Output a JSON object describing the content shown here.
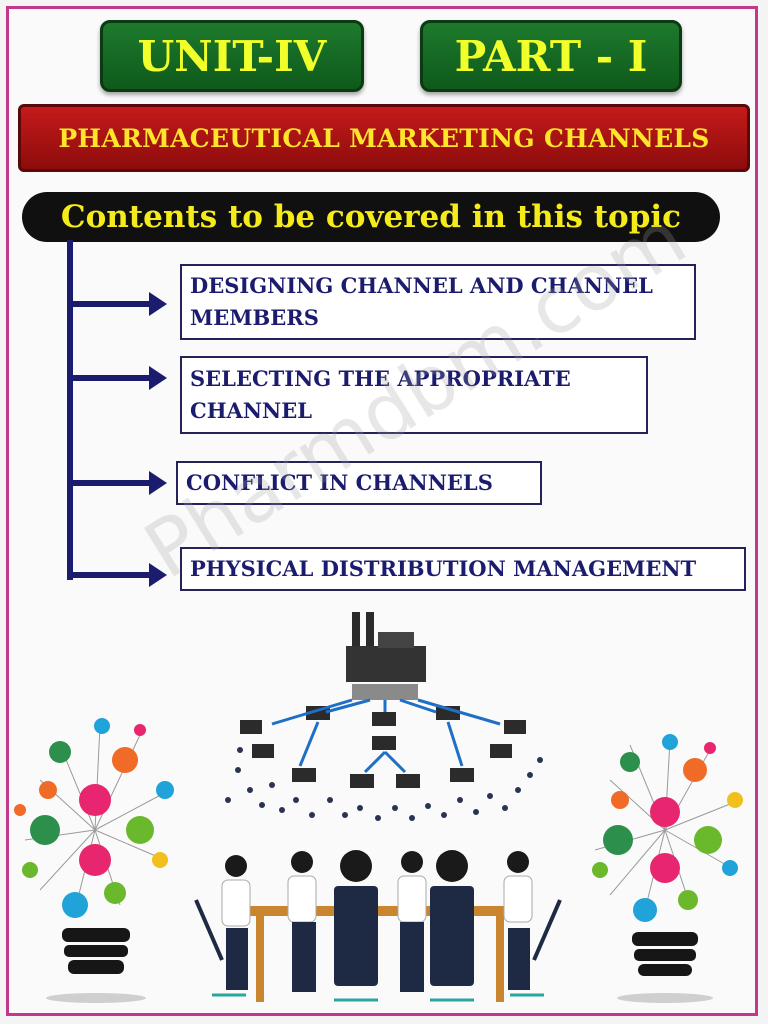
{
  "header": {
    "unit": "UNIT-IV",
    "part": "PART - I",
    "title": "PHARMACEUTICAL MARKETING CHANNELS",
    "contents_heading": "Contents to be covered in this topic"
  },
  "topics": [
    "DESIGNING CHANNEL AND CHANNEL MEMBERS",
    "SELECTING THE APPROPRIATE CHANNEL",
    "CONFLICT IN CHANNELS",
    "PHYSICAL DISTRIBUTION MANAGEMENT"
  ],
  "watermark": "Pharmdbm.com",
  "colors": {
    "pill_green": "#1d7a2c",
    "pill_text": "#f1ff2a",
    "title_red": "#c41a1a",
    "title_text": "#ffe62a",
    "navy": "#1c1c6e",
    "frame_pink": "#c2388a"
  },
  "illustration": {
    "icons": [
      "lightbulb-network-icon",
      "factory-distribution-icon",
      "team-meeting-icon"
    ]
  }
}
